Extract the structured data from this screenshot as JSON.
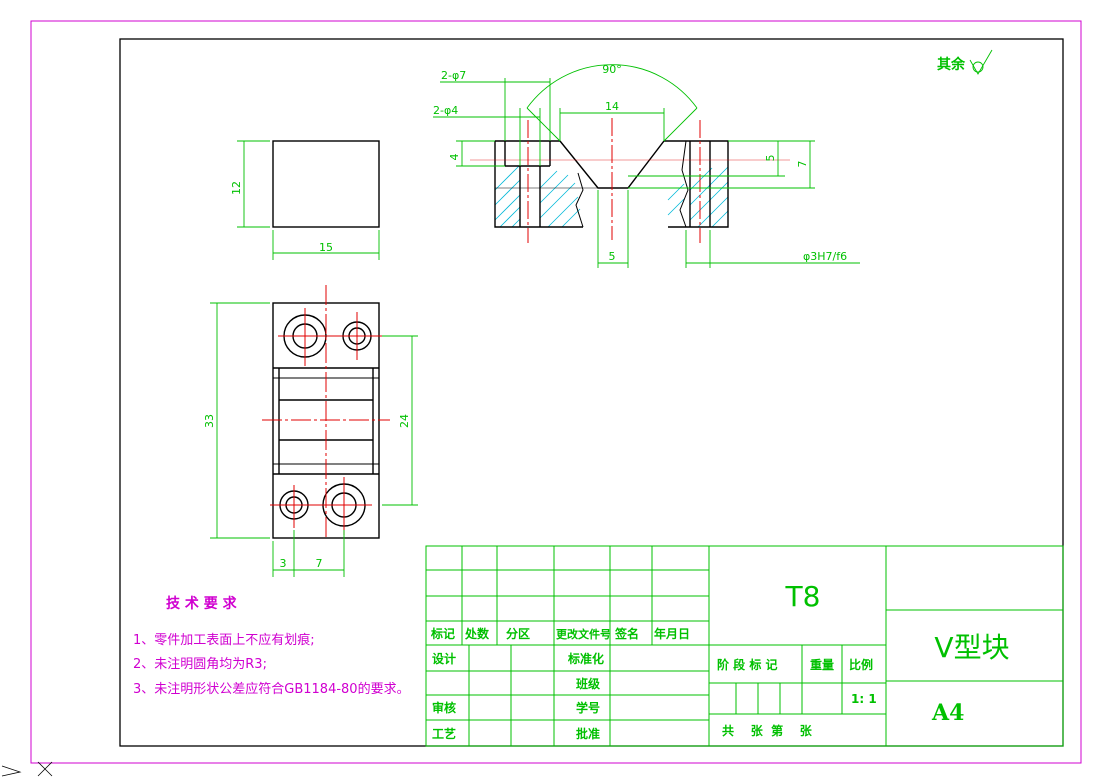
{
  "surface_note": "其余",
  "dims": {
    "front_height": "12",
    "front_width": "15",
    "hole7": "2-φ7",
    "hole4": "2-φ4",
    "angle": "90°",
    "groove_top": "14",
    "depth4": "4",
    "depth5": "5",
    "height7": "7",
    "bottom5": "5",
    "fit": "φ3H7/f6",
    "plan_height": "33",
    "plan_inner": "24",
    "plan_x1": "3",
    "plan_x2": "7"
  },
  "notes": {
    "title": "技 术 要 求",
    "items": [
      "1、零件加工表面上不应有划痕;",
      "2、未注明圆角均为R3;",
      "3、未注明形状公差应符合GB1184-80的要求。"
    ]
  },
  "titleblock": {
    "material": "T8",
    "part_name": "V型块",
    "sheet_size": "A4",
    "scale": "1: 1",
    "h_mark": "标记",
    "h_count": "处数",
    "h_zone": "分区",
    "h_doc": "更改文件号",
    "h_sign": "签名",
    "h_date": "年月日",
    "r_design": "设计",
    "r_std": "标准化",
    "r_check": "审核",
    "r_craft": "工艺",
    "r_grade": "班级",
    "r_id": "学号",
    "r_approve": "批准",
    "stage": "阶 段 标 记",
    "weight": "重量",
    "ratio": "比例",
    "sheets": "共    张  第    张"
  }
}
